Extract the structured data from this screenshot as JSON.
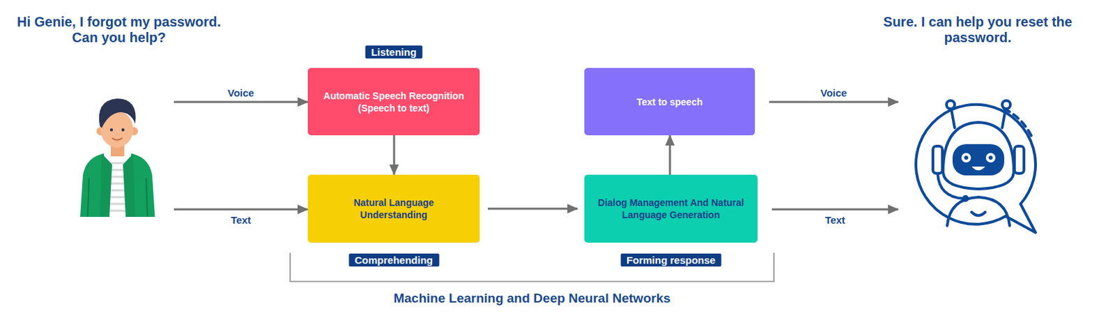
{
  "diagram": {
    "nodes": [
      {
        "text": [
          "Hi Genie, I forgot my password. Can you help?"
        ]
      },
      {
        "text": [
          "Listening",
          "Automatic Speech Recognition (Speech to text)"
        ]
      },
      {
        "text": [
          "Natural Language Understanding",
          "Comprehending"
        ]
      },
      {
        "text": [
          "Text to speech"
        ]
      },
      {
        "text": [
          "Dialog Management And Natural Language Generation",
          "Forming response"
        ]
      },
      {
        "text": [
          "Sure. I can help you reset the password."
        ]
      }
    ],
    "edges": [
      {
        "from": 0,
        "to": 1,
        "label": "Voice",
        "arrow": "to"
      },
      {
        "from": 0,
        "to": 2,
        "label": "Text",
        "arrow": "to"
      },
      {
        "from": 1,
        "to": 2,
        "arrow": "to"
      },
      {
        "from": 2,
        "to": 4,
        "arrow": "to"
      },
      {
        "from": 4,
        "to": 3,
        "arrow": "to"
      },
      {
        "from": 3,
        "to": 5,
        "label": "Voice",
        "arrow": "to"
      },
      {
        "from": 4,
        "to": 5,
        "label": "Text",
        "arrow": "to"
      }
    ],
    "labels": [
      "Machine Learning and Deep Neural Networks"
    ]
  }
}
